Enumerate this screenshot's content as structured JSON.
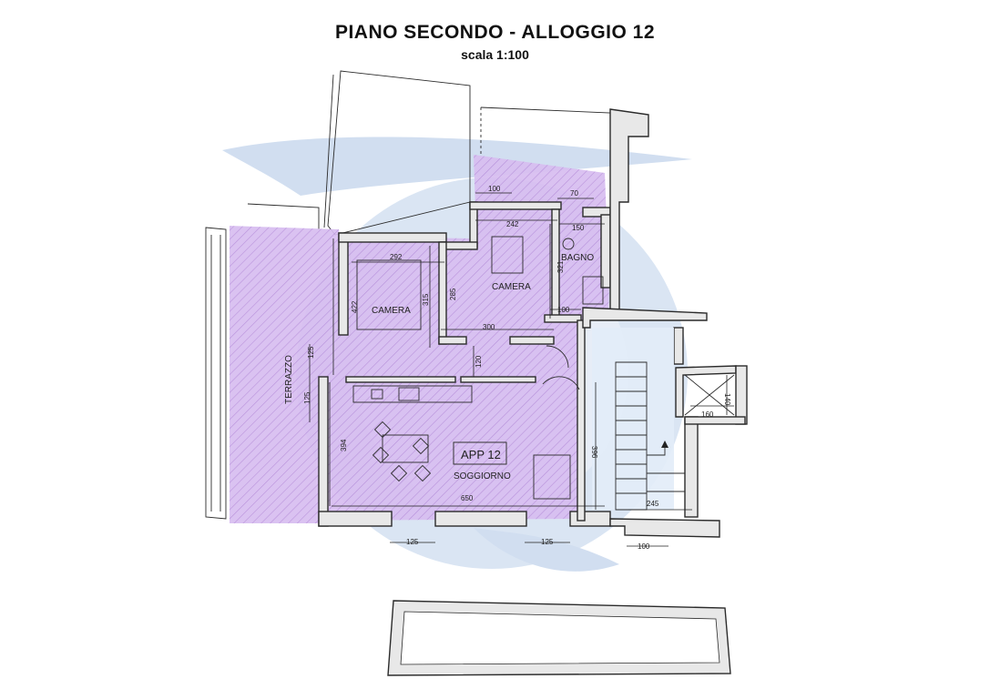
{
  "header": {
    "title": "PIANO SECONDO - ALLOGGIO 12",
    "scale": "scala 1:100"
  },
  "colors": {
    "unit_fill": "#c9a7e8",
    "unit_hatch": "#b07fd8",
    "wall_fill": "#e6e6e6",
    "watermark_blue": "#c9d9ee",
    "stair_fill": "#dde8f6"
  },
  "rooms": {
    "camera_left": "CAMERA",
    "camera_right": "CAMERA",
    "bagno": "BAGNO",
    "terrazzo": "TERRAZZO",
    "soggiorno": "SOGGIORNO",
    "unit_label": "APP 12"
  },
  "dimensions": {
    "d100_top": "100",
    "d70": "70",
    "d242": "242",
    "d150": "150",
    "d292": "292",
    "d321": "321",
    "d315": "315",
    "d285": "285",
    "d422": "422",
    "d300": "300",
    "d100_bath": "100",
    "d125_terr_a": "125",
    "d125_terr_b": "125",
    "d120": "120",
    "d394": "394",
    "d396": "396",
    "d650": "650",
    "d245": "245",
    "d140": "140",
    "d160": "160",
    "d125_bottom_a": "125",
    "d125_bottom_b": "125",
    "d100_bottom": "100"
  }
}
